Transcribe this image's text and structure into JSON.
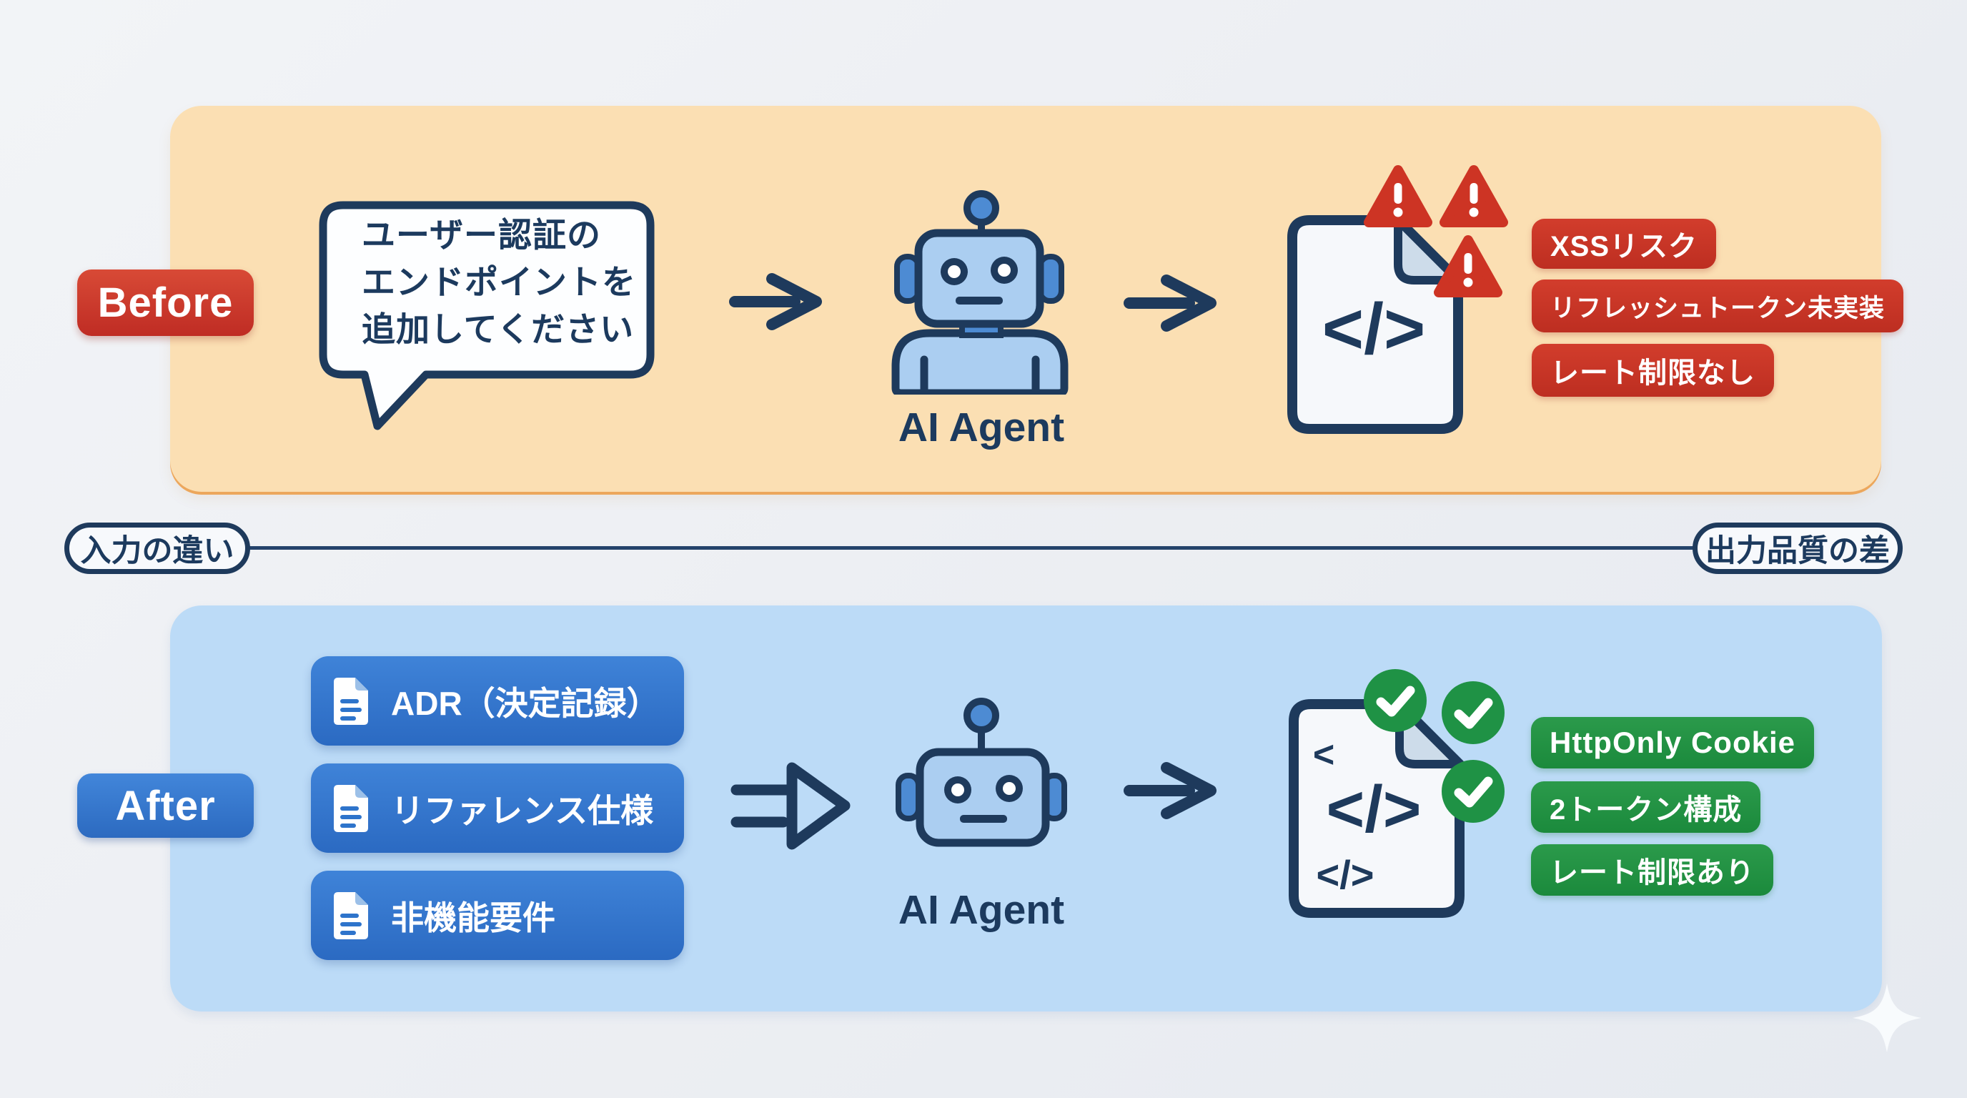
{
  "colors": {
    "background": "#edeff3",
    "panel_before": "#fbdfb3",
    "panel_before_edge": "#eca75c",
    "panel_after": "#bcdbf7",
    "red": "#c8362a",
    "blue": "#2e74cb",
    "green": "#1f9240",
    "navy": "#1e3a5c"
  },
  "before_section": {
    "badge": "Before",
    "prompt_lines": [
      "ユーザー認証の",
      "エンドポイントを",
      "追加してください"
    ],
    "agent_label": "AI Agent",
    "output_issues": [
      "XSSリスク",
      "リフレッシュトークン未実装",
      "レート制限なし"
    ]
  },
  "divider": {
    "left_label": "入力の違い",
    "right_label": "出力品質の差"
  },
  "after_section": {
    "badge": "After",
    "input_docs": [
      "ADR（決定記録）",
      "リファレンス仕様",
      "非機能要件"
    ],
    "agent_label": "AI Agent",
    "output_benefits": [
      "HttpOnly Cookie",
      "2トークン構成",
      "レート制限あり"
    ]
  },
  "code_glyphs": {
    "main": "</>",
    "open": "<",
    "small": "</>"
  },
  "icons": [
    "speech-bubble",
    "arrow-right",
    "robot",
    "code-file",
    "warning-triangle",
    "check-circle",
    "document",
    "double-arrow",
    "sparkle"
  ]
}
